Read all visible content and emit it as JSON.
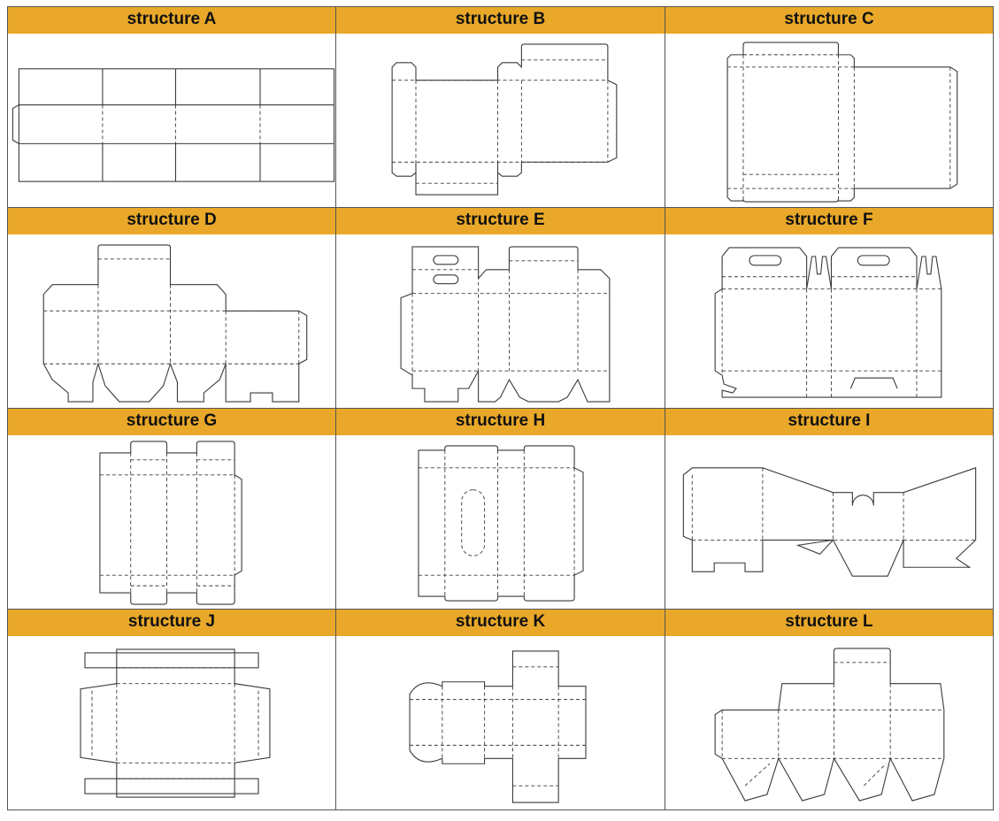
{
  "structures": [
    {
      "label": "structure A"
    },
    {
      "label": "structure B"
    },
    {
      "label": "structure C"
    },
    {
      "label": "structure D"
    },
    {
      "label": "structure E"
    },
    {
      "label": "structure F"
    },
    {
      "label": "structure G"
    },
    {
      "label": "structure H"
    },
    {
      "label": "structure I"
    },
    {
      "label": "structure J"
    },
    {
      "label": "structure K"
    },
    {
      "label": "structure L"
    }
  ],
  "colors": {
    "header": "#E9A829",
    "line": "#3a3a3a"
  }
}
